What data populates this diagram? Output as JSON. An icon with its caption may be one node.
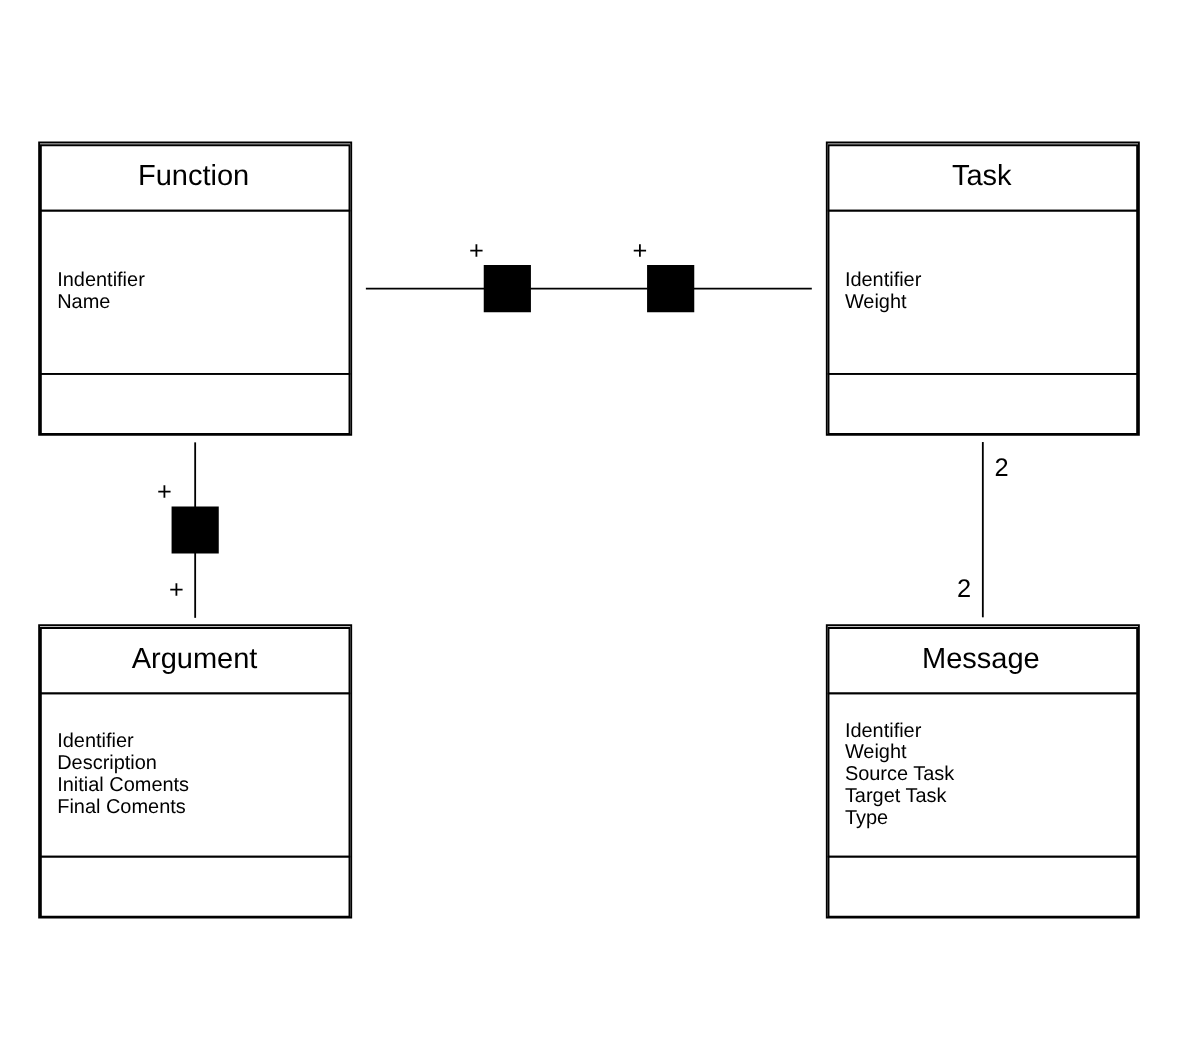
{
  "diagram": {
    "nodes": [
      {
        "text": [
          "Function",
          "Indentifier",
          "Name"
        ]
      },
      {
        "text": [
          "Task",
          "Identifier",
          "Weight"
        ]
      },
      {
        "text": [
          "Argument",
          "Identifier",
          "Description",
          "Initial Coments",
          "Final Coments"
        ]
      },
      {
        "text": [
          "Message",
          "Identifier",
          "Weight",
          "Source Task",
          "Target Task",
          "Type"
        ]
      },
      {
        "text": [],
        "shape": "box",
        "beside": [
          "+"
        ]
      },
      {
        "text": [],
        "shape": "box",
        "beside": [
          "+"
        ]
      },
      {
        "text": [],
        "shape": "box",
        "beside": [
          "+"
        ]
      }
    ],
    "edges": [
      {
        "from": 0,
        "to": 4,
        "arrow": "none"
      },
      {
        "from": 4,
        "to": 5,
        "arrow": "none"
      },
      {
        "from": 5,
        "to": 1,
        "arrow": "none"
      },
      {
        "from": 0,
        "to": 6,
        "arrow": "none"
      },
      {
        "from": 6,
        "to": 2,
        "arrow": "none"
      },
      {
        "from": 1,
        "to": 3,
        "arrow": "none"
      }
    ],
    "labels": [
      "+",
      "2",
      "2"
    ]
  }
}
